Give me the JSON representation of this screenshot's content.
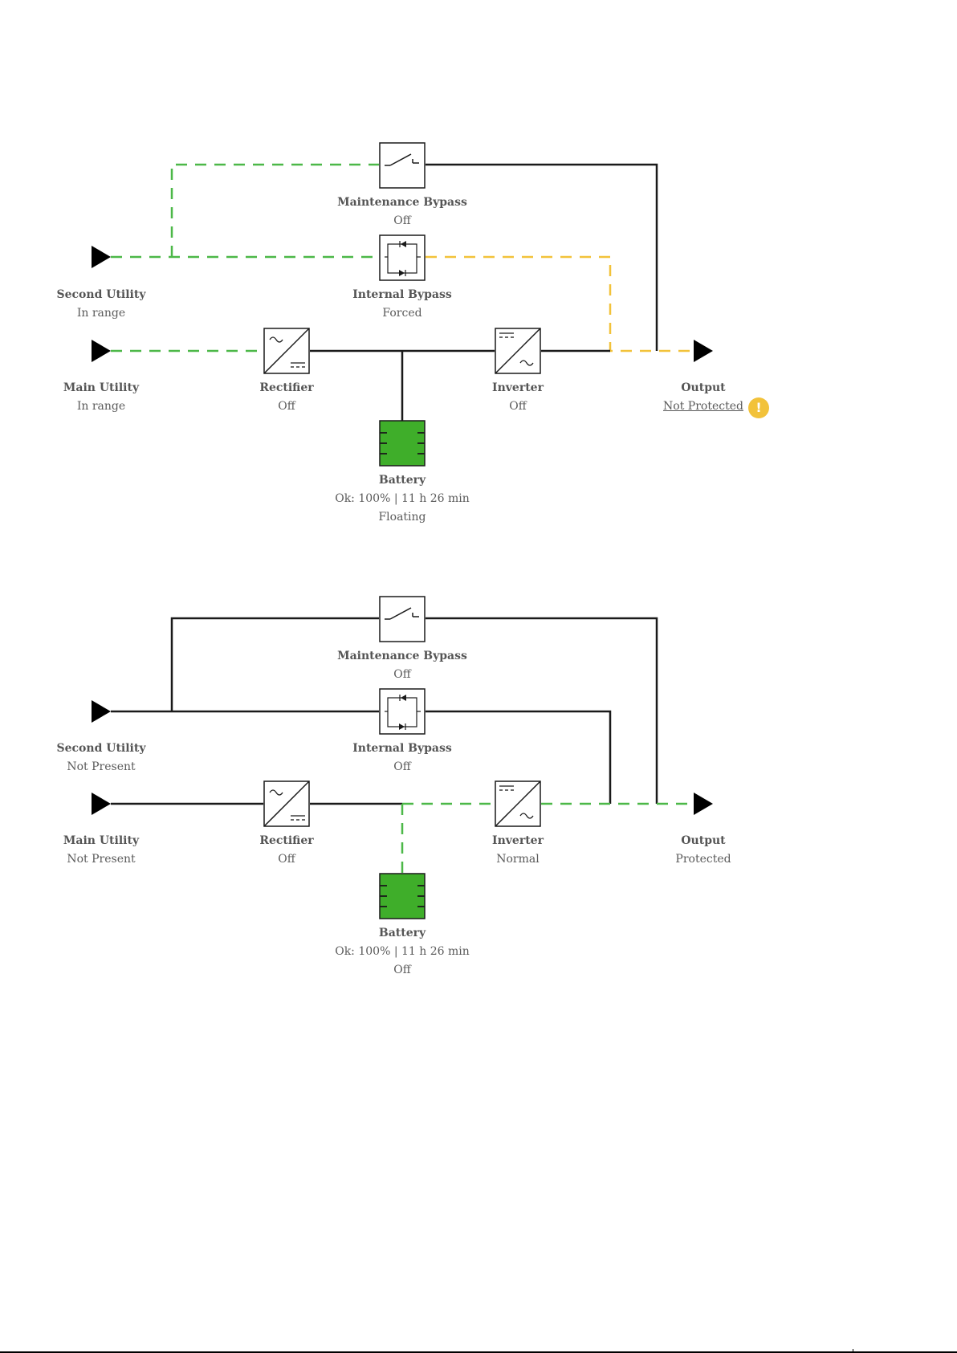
{
  "colors": {
    "energized": "#4cb848",
    "bypass_path": "#f2c23a",
    "line": "#1a1a1a",
    "battery_fill": "#3fae2a",
    "warning": "#f2c23a"
  },
  "diagrams": [
    {
      "second_utility": {
        "name": "Second Utility",
        "status": "In range"
      },
      "main_utility": {
        "name": "Main Utility",
        "status": "In range"
      },
      "maintenance_bypass": {
        "name": "Maintenance Bypass",
        "status": "Off",
        "icon": "switch-icon"
      },
      "internal_bypass": {
        "name": "Internal Bypass",
        "status": "Forced",
        "icon": "diode-bridge-icon"
      },
      "rectifier": {
        "name": "Rectifier",
        "status": "Off",
        "icon": "ac-dc-icon"
      },
      "inverter": {
        "name": "Inverter",
        "status": "Off",
        "icon": "dc-ac-icon"
      },
      "battery": {
        "name": "Battery",
        "status": "Ok: 100% | 11 h 26 min",
        "mode": "Floating",
        "icon": "battery-icon"
      },
      "output": {
        "name": "Output",
        "status": "Not Protected",
        "warning_icon": "warning-icon",
        "warning_glyph": "!"
      }
    },
    {
      "second_utility": {
        "name": "Second Utility",
        "status": "Not Present"
      },
      "main_utility": {
        "name": "Main Utility",
        "status": "Not Present"
      },
      "maintenance_bypass": {
        "name": "Maintenance Bypass",
        "status": "Off",
        "icon": "switch-icon"
      },
      "internal_bypass": {
        "name": "Internal Bypass",
        "status": "Off",
        "icon": "diode-bridge-icon"
      },
      "rectifier": {
        "name": "Rectifier",
        "status": "Off",
        "icon": "ac-dc-icon"
      },
      "inverter": {
        "name": "Inverter",
        "status": "Normal",
        "icon": "dc-ac-icon"
      },
      "battery": {
        "name": "Battery",
        "status": "Ok: 100% | 11 h 26 min",
        "mode": "Off",
        "icon": "battery-icon"
      },
      "output": {
        "name": "Output",
        "status": "Protected"
      }
    }
  ]
}
